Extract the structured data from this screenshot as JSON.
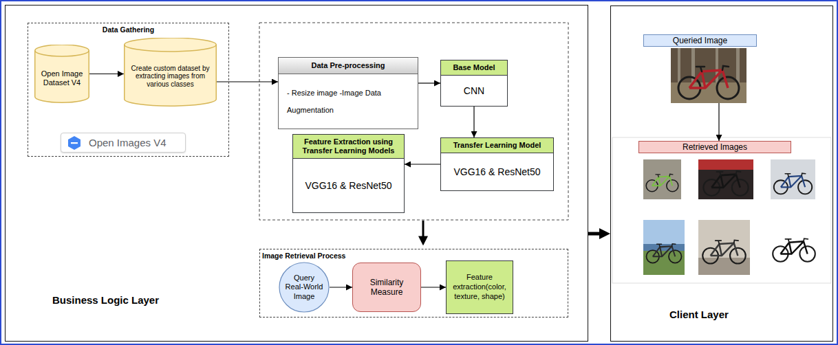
{
  "diagram": {
    "nodes": [
      {
        "text": [
          "Business Logic Layer"
        ]
      },
      {
        "text": [
          "Data Gathering"
        ],
        "in": 0
      },
      {
        "text": [
          "Open Image Dataset V4"
        ],
        "in": 1
      },
      {
        "text": [
          "Create custom dataset by extracting images from various classes"
        ],
        "in": 1
      },
      {
        "text": [
          "Open Images V4"
        ],
        "in": 1
      },
      {
        "text": [
          "Data Pre-processing",
          "- Resize image -Image Data Augmentation"
        ],
        "in": 0
      },
      {
        "text": [
          "Base Model",
          "CNN"
        ],
        "in": 0
      },
      {
        "text": [
          "Transfer Learning Model",
          "VGG16 & ResNet50"
        ],
        "in": 0
      },
      {
        "text": [
          "Feature Extraction using Transfer Learning Models",
          "VGG16 & ResNet50"
        ],
        "in": 0
      },
      {
        "text": [
          "Image Retrieval Process"
        ],
        "in": 0
      },
      {
        "text": [
          "Query Real-World Image"
        ],
        "in": 9
      },
      {
        "text": [
          "Similarity Measure"
        ],
        "in": 9
      },
      {
        "text": [
          "Feature extraction(color, texture, shape)"
        ],
        "in": 9
      },
      {
        "text": [
          "Client Layer"
        ]
      },
      {
        "text": [
          "Queried Image"
        ],
        "in": 13
      },
      {
        "text": [
          "Retrieved Images"
        ],
        "in": 13
      }
    ],
    "edges": [
      {
        "from": 2,
        "to": 3,
        "arrow": "to"
      },
      {
        "from": 3,
        "to": 5,
        "arrow": "to"
      },
      {
        "from": 5,
        "to": 6,
        "arrow": "to"
      },
      {
        "from": 6,
        "to": 7,
        "arrow": "to"
      },
      {
        "from": 7,
        "to": 8,
        "arrow": "to"
      },
      {
        "from": 10,
        "to": 11,
        "arrow": "to"
      },
      {
        "from": 11,
        "to": 12,
        "arrow": "to"
      },
      {
        "from": 0,
        "to": 13,
        "arrow": "to"
      },
      {
        "from": 14,
        "to": 15,
        "arrow": "to"
      }
    ]
  }
}
